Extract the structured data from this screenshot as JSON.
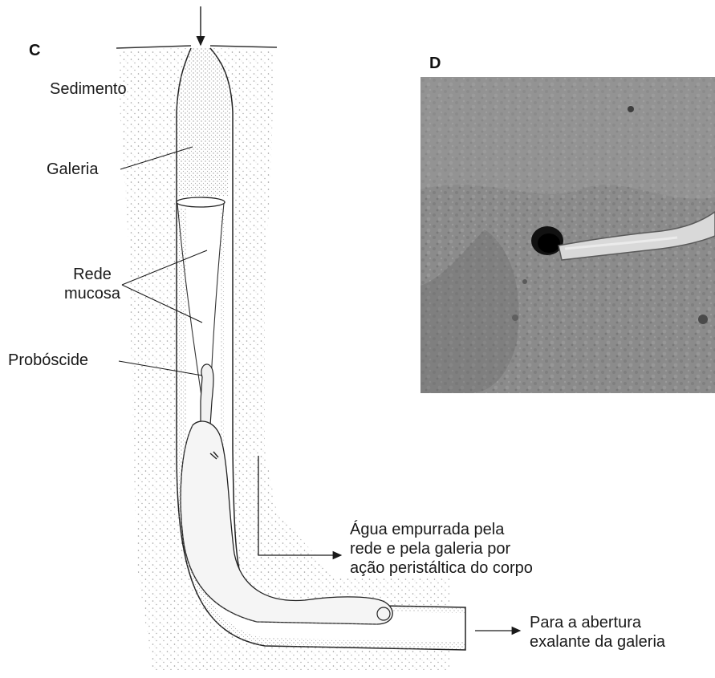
{
  "panels": {
    "c_letter": "C",
    "d_letter": "D"
  },
  "labels": {
    "sediment": "Sedimento",
    "gallery": "Galeria",
    "mucus_net_line1": "Rede",
    "mucus_net_line2": "mucosa",
    "proboscis": "Probóscide",
    "water_line1": "Água empurrada pela",
    "water_line2": "rede e pela galeria por",
    "water_line3": "ação peristáltica do corpo",
    "exit_line1": "Para a abertura",
    "exit_line2": "exalante da galeria"
  },
  "photo": {
    "description_icon": "burrow-photo"
  },
  "colors": {
    "ink": "#1a1a1a",
    "sediment_dots": "#9a9a9a",
    "photo_base": "#8f8f8f"
  }
}
